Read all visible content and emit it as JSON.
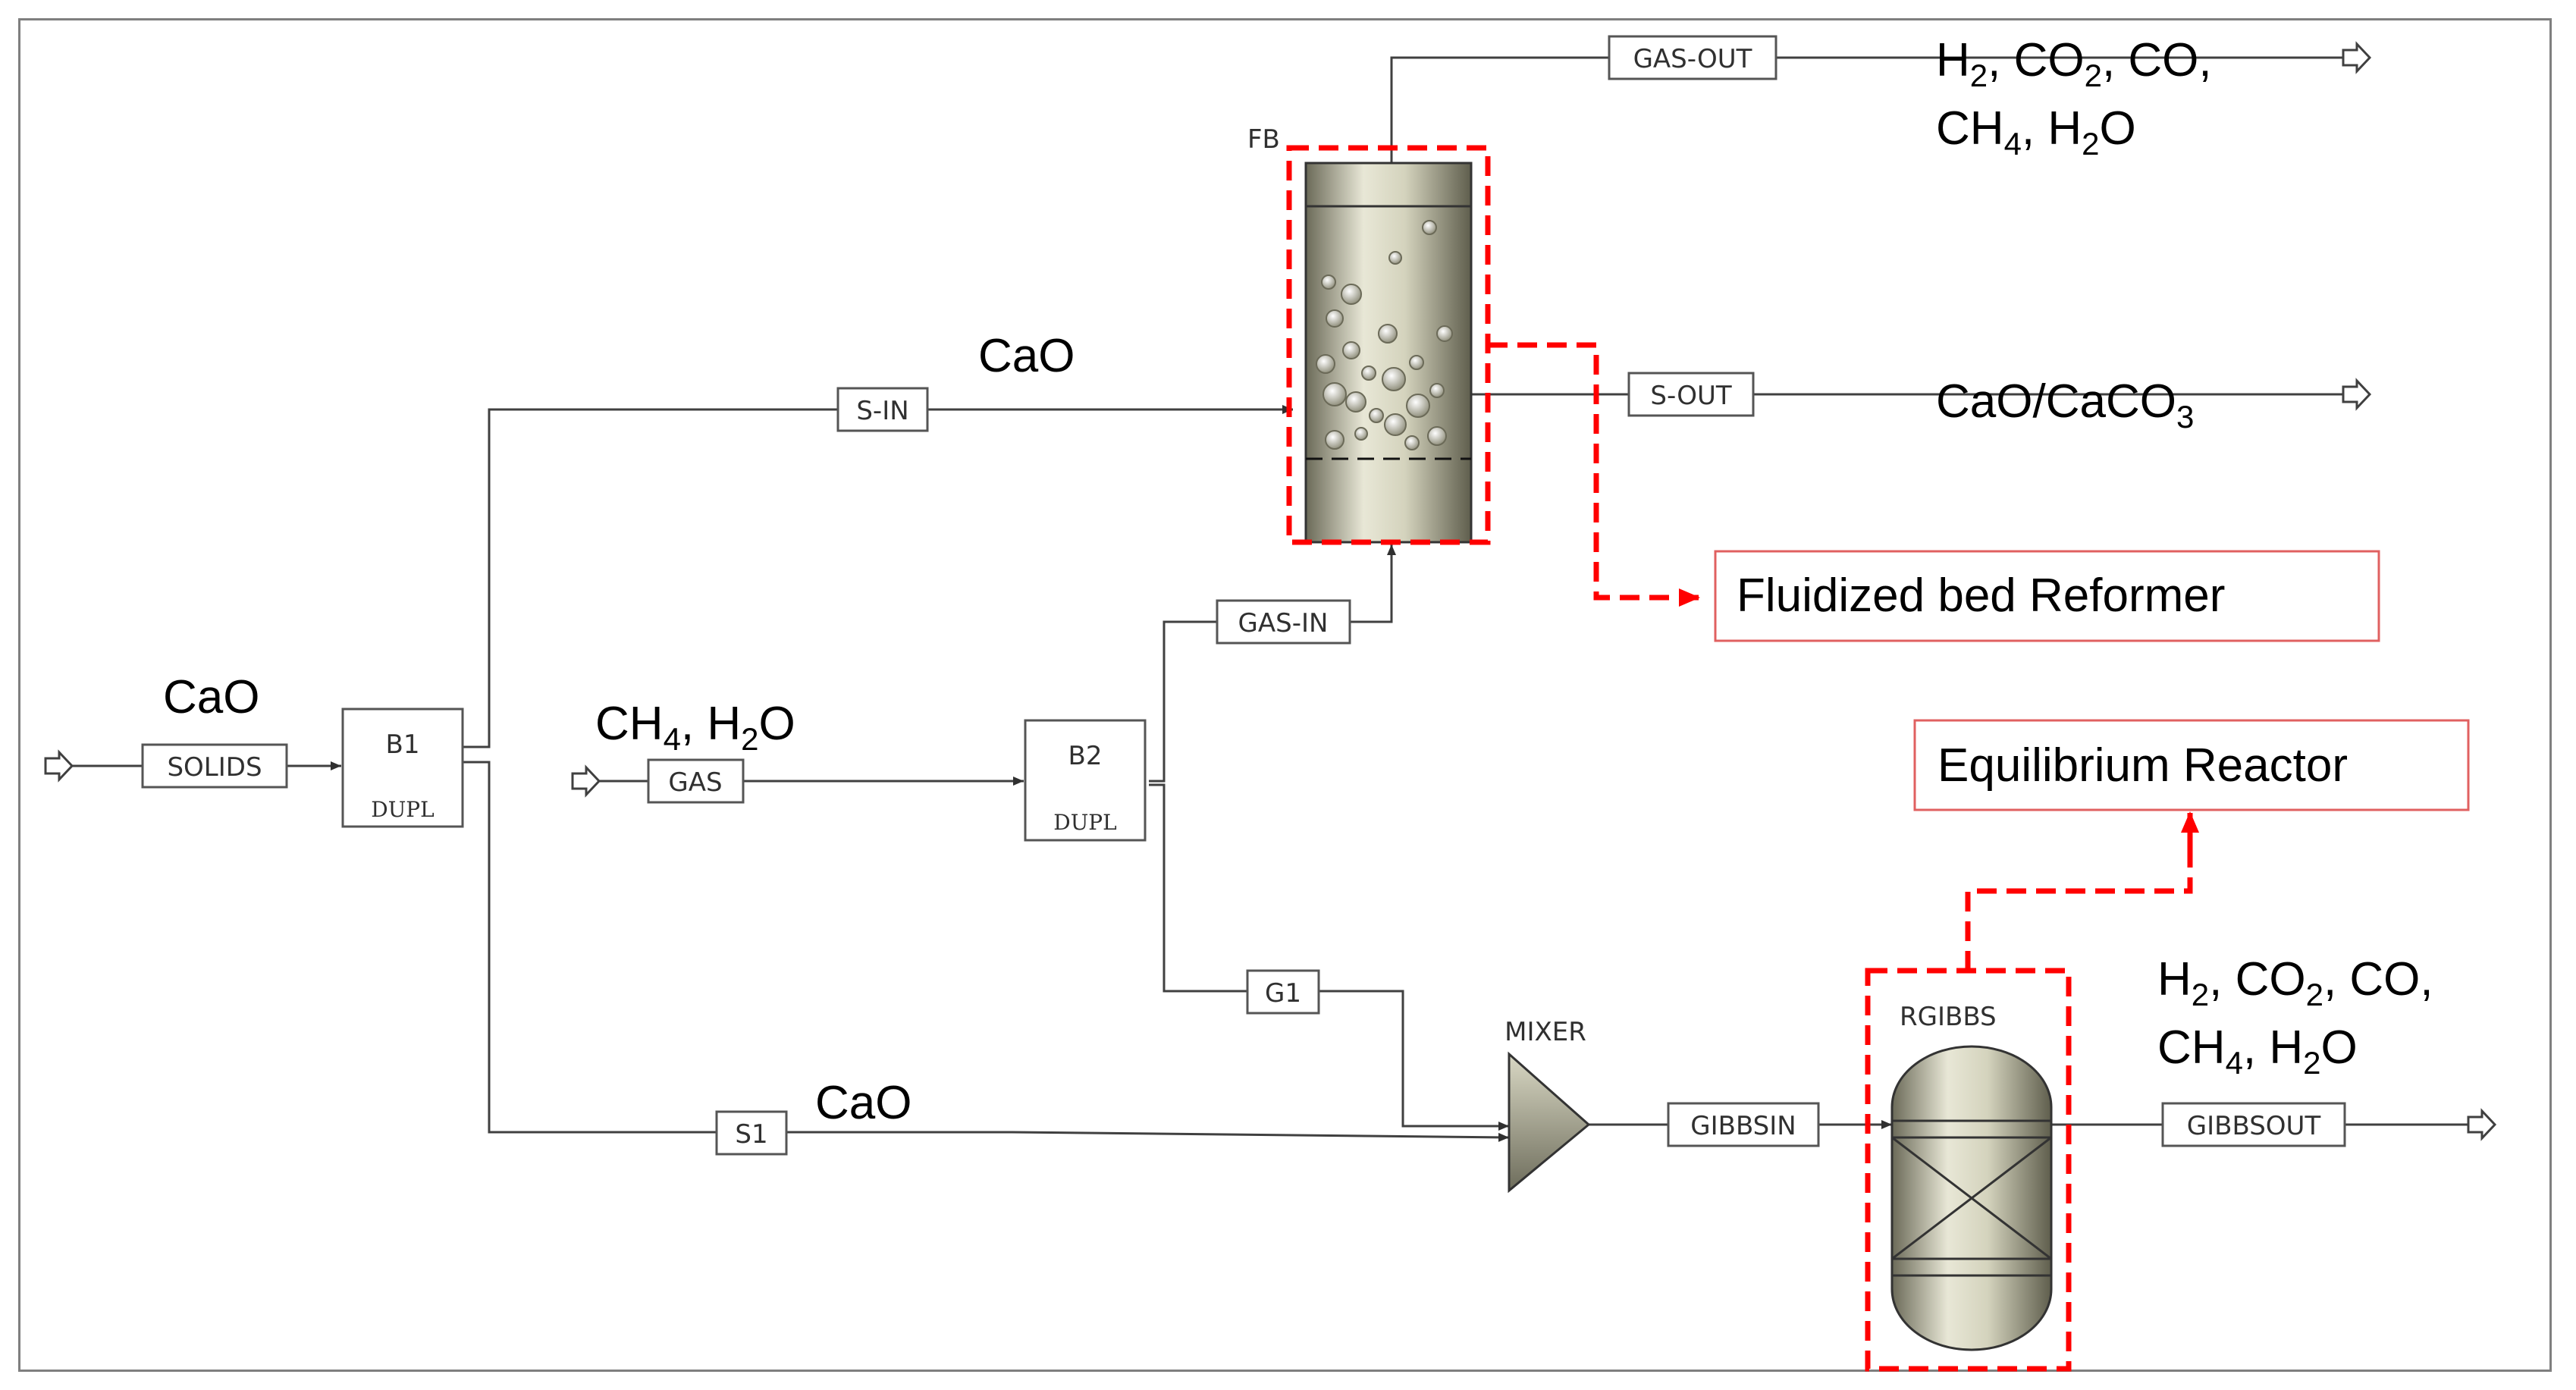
{
  "streams": {
    "solids": "SOLIDS",
    "s_in": "S-IN",
    "gas_out": "GAS-OUT",
    "s_out": "S-OUT",
    "gas": "GAS",
    "gas_in": "GAS-IN",
    "g1": "G1",
    "s1": "S1",
    "gibbsin": "GIBBSIN",
    "gibbsout": "GIBBSOUT"
  },
  "blocks": {
    "b1": {
      "name": "B1",
      "type": "DUPL"
    },
    "b2": {
      "name": "B2",
      "type": "DUPL"
    },
    "fb": {
      "name": "FB"
    },
    "mixer": {
      "name": "MIXER"
    },
    "rgibbs": {
      "name": "RGIBBS"
    }
  },
  "labels": {
    "cao_feed": "CaO",
    "cao_s_in": "CaO",
    "cao_s1": "CaO",
    "solids_out_a": "CaO/CaCO",
    "solids_out_sub": "3",
    "gas_feed": {
      "p1": "CH",
      "s1": "4",
      "p2": ", H",
      "s2": "2",
      "p3": "O"
    },
    "gas_out_line1": {
      "p1": "H",
      "s1": "2",
      "p2": ", CO",
      "s2": "2",
      "p3": ", CO,"
    },
    "gas_out_line2": {
      "p1": "CH",
      "s1": "4",
      "p2": ", H",
      "s2": "2",
      "p3": "O"
    },
    "gibbs_out_line1": {
      "p1": "H",
      "s1": "2",
      "p2": ", CO",
      "s2": "2",
      "p3": ", CO,"
    },
    "gibbs_out_line2": {
      "p1": "CH",
      "s1": "4",
      "p2": ", H",
      "s2": "2",
      "p3": "O"
    }
  },
  "callouts": {
    "fluidized": "Fluidized bed Reformer",
    "equilibrium": "Equilibrium Reactor"
  },
  "colors": {
    "highlight": "#ff0000",
    "line": "#404040",
    "vessel": "#d9d8c4"
  }
}
